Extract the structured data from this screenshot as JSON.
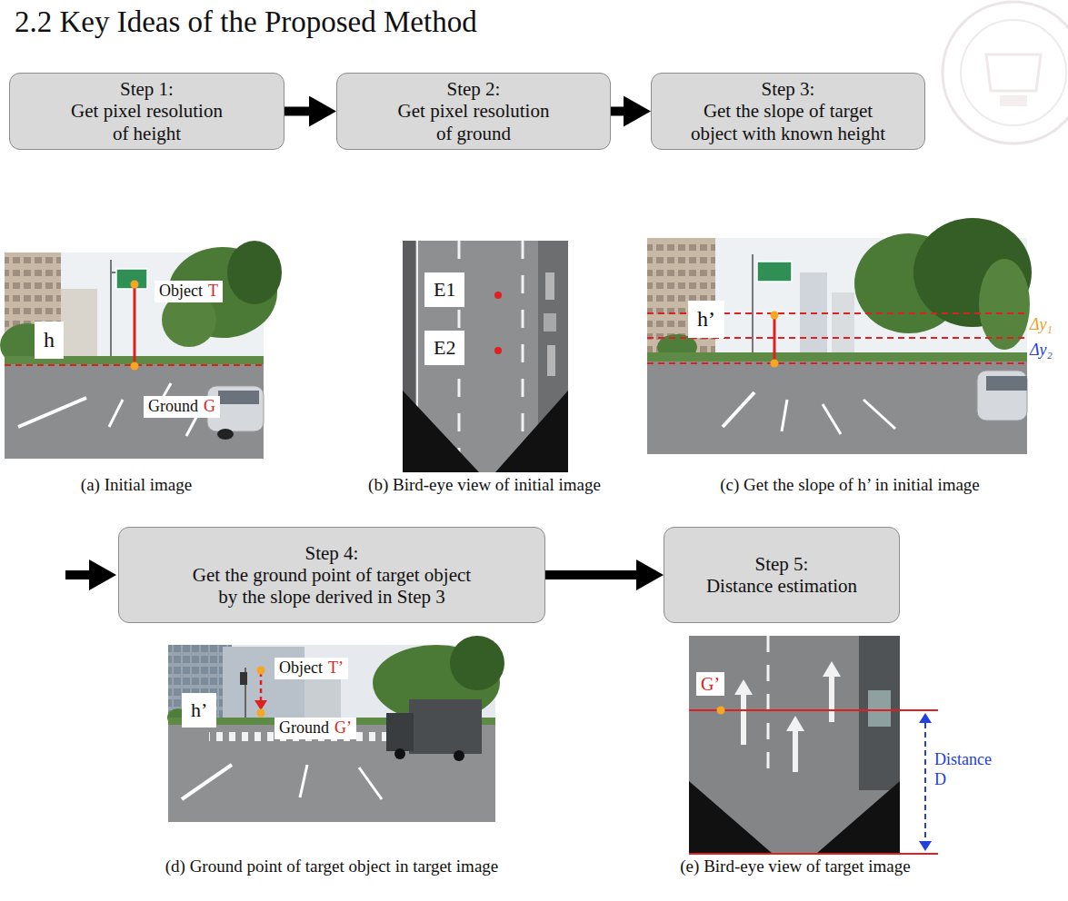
{
  "diagram": {
    "title": "2.2 Key Ideas of the Proposed Method",
    "nodes": [
      {
        "text": [
          "Step 1:",
          "Get pixel resolution of height"
        ]
      },
      {
        "text": [
          "Step 2:",
          "Get pixel resolution of ground"
        ]
      },
      {
        "text": [
          "Step 3:",
          "Get the slope of target object with known height"
        ]
      },
      {
        "text": [
          "Step 4:",
          "Get the ground point of target object by the slope derived in Step 3"
        ]
      },
      {
        "text": [
          "Step 5:",
          "Distance estimation"
        ]
      }
    ],
    "edges": [
      {
        "from": 0,
        "to": 1,
        "arrow": "to"
      },
      {
        "from": 1,
        "to": 2,
        "arrow": "to"
      },
      {
        "from": 3,
        "to": 4,
        "arrow": "to"
      }
    ],
    "labels": [
      "h",
      "Object",
      "T",
      "Ground",
      "G",
      "(a) Initial image",
      "E1",
      "E2",
      "(b) Bird-eye view of initial image",
      "h’",
      "Δy₁",
      "Δy₂",
      "(c) Get the slope of h’ in initial image",
      "h’",
      "Object",
      "T’",
      "Ground",
      "G’",
      "(d) Ground point of target object in target image",
      "G’",
      "Distance",
      "D",
      "(e) Bird-eye view of target image"
    ]
  }
}
